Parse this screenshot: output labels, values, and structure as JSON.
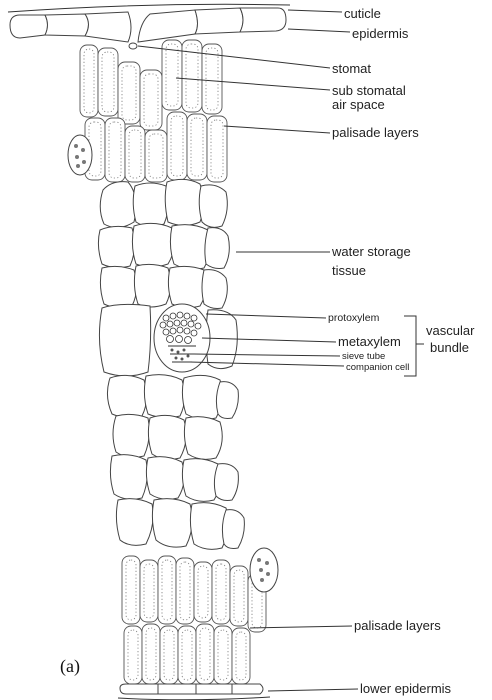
{
  "figure": {
    "panel_label": "(a)",
    "labels": {
      "cuticle": "cuticle",
      "epidermis": "epidermis",
      "stomat": "stomat",
      "substomatal_line1": "sub stomatal",
      "substomatal_line2": "air space",
      "palisade_top": "palisade layers",
      "water_line1": "water storage",
      "water_line2": "tissue",
      "protoxylem": "protoxylem",
      "metaxylem": "metaxylem",
      "sieve_tube": "sieve tube",
      "companion_cell": "companion cell",
      "vascular_line1": "vascular",
      "vascular_line2": "bundle",
      "palisade_bottom": "palisade layers",
      "lower_epidermis": "lower epidermis"
    }
  }
}
